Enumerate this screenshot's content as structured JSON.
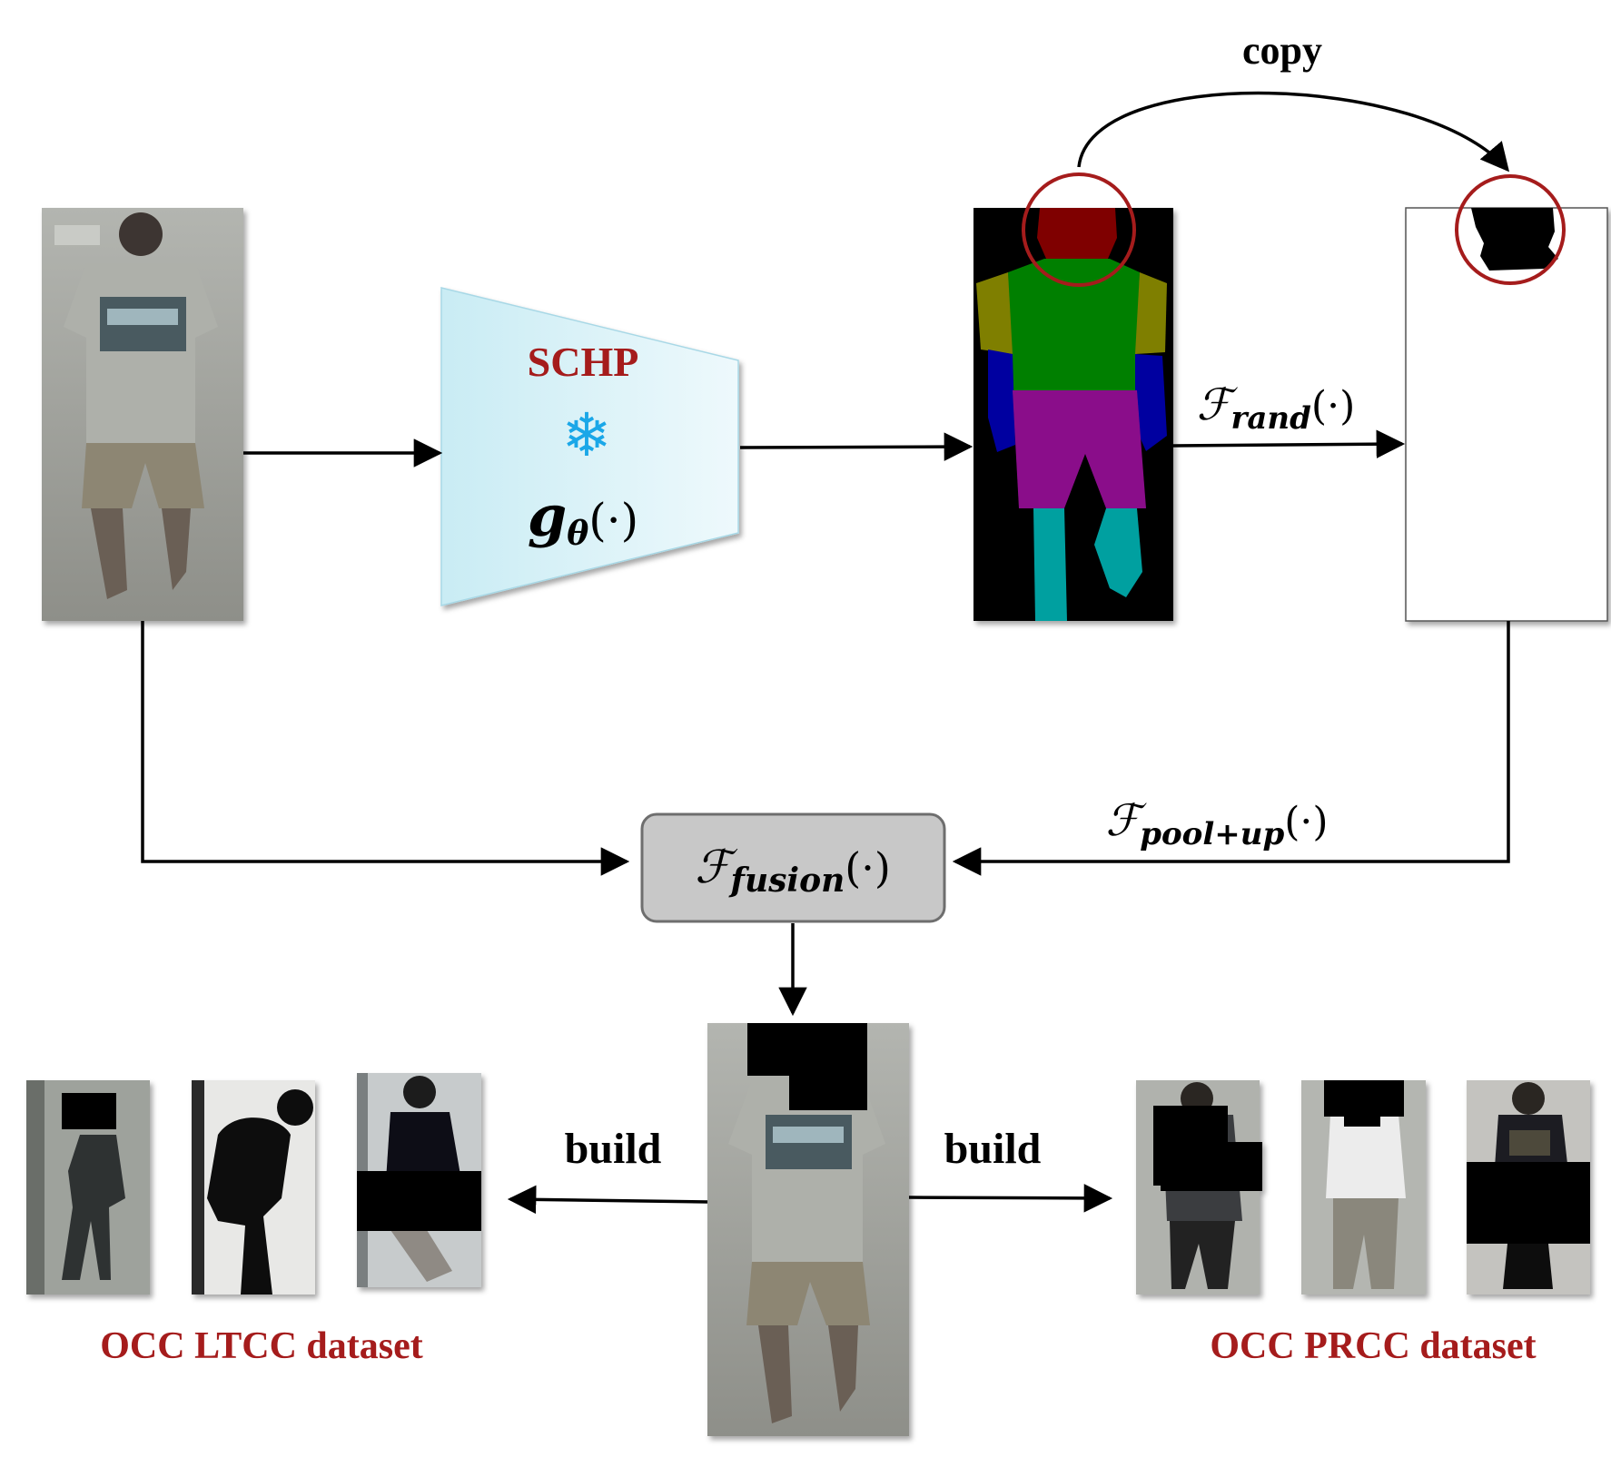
{
  "labels": {
    "copy": "copy",
    "schp": "SCHP",
    "snowflake": "❄",
    "g_main": "g",
    "g_sub": "θ",
    "g_args": "(·)",
    "rand_main": "ℱ",
    "rand_sub": "rand",
    "rand_args": "(·)",
    "pool_main": "ℱ",
    "pool_sub": "pool+up",
    "pool_args": "(·)",
    "fusion_main": "ℱ",
    "fusion_sub": "fusion",
    "fusion_args": "(·)",
    "build_left": "build",
    "build_right": "build",
    "ltcc": "OCC LTCC dataset",
    "prcc": "OCC PRCC dataset"
  },
  "colors": {
    "accent_red": "#a51c1c",
    "snowflake": "#1aa7e8",
    "encoder_fill_start": "#c9ecf4",
    "encoder_fill_end": "#eef9fc",
    "fusion_fill": "#c8c8c8",
    "fusion_stroke": "#6e6e6e",
    "seg_head": "#7f0000",
    "seg_upper": "#007f00",
    "seg_arms": "#7f7f00",
    "seg_hands": "#0000a0",
    "seg_pants": "#8a0f8a",
    "seg_shoes": "#00a0a0"
  }
}
